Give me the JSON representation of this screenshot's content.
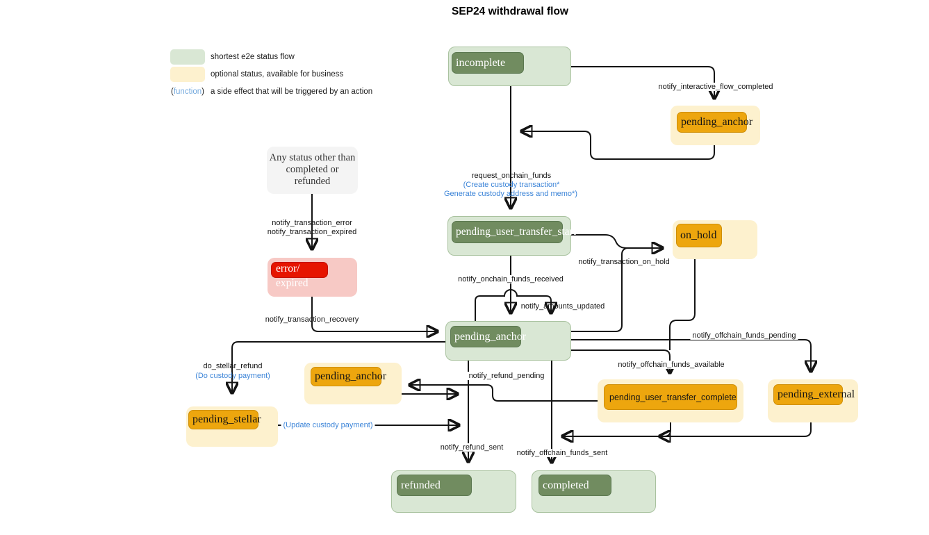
{
  "title": "SEP24 withdrawal flow",
  "legend": {
    "green_label": "shortest e2e status flow",
    "yellow_label": "optional status, available for business",
    "function_open": "(",
    "function_token": "function",
    "function_close": ")",
    "function_label": "a side effect that will be triggered by an action"
  },
  "colors": {
    "shortest_flow_fill": "#d9e7d4",
    "status_chip_green": "#718c60",
    "optional_fill": "#fdf1ce",
    "status_chip_orange": "#eda60e",
    "error_fill": "#f7c9c5",
    "error_chip_red": "#e61400",
    "function_blue": "#3d85d8",
    "legend_function_blue": "#74a9dd"
  },
  "nodes": {
    "incomplete": {
      "label": "incomplete"
    },
    "pending_anchor_top": {
      "label": "pending_anchor"
    },
    "any_status": {
      "label": "Any status other than completed or refunded"
    },
    "pending_user_transfer_start": {
      "label": "pending_user_transfer_start"
    },
    "on_hold": {
      "label": "on_hold"
    },
    "error_expired": {
      "label": "error/\nexpired"
    },
    "pending_anchor_main": {
      "label": "pending_anchor"
    },
    "pending_anchor_refund": {
      "label": "pending_anchor"
    },
    "pending_user_transfer_complete": {
      "label": "pending_user_transfer_complete"
    },
    "pending_external": {
      "label": "pending_external"
    },
    "pending_stellar": {
      "label": "pending_stellar"
    },
    "refunded": {
      "label": "refunded"
    },
    "completed": {
      "label": "completed"
    }
  },
  "edge_labels": {
    "notify_interactive_flow_completed": "notify_interactive_flow_completed",
    "request_onchain_funds": "request_onchain_funds",
    "request_onchain_funds_fn1": "(Create custody transaction*",
    "request_onchain_funds_fn2": "Generate custody address and memo*)",
    "notify_transaction_error": "notify_transaction_error",
    "notify_transaction_expired": "notify_transaction_expired",
    "notify_onchain_funds_received": "notify_onchain_funds_received",
    "notify_amounts_updated": "notify_amounts_updated",
    "notify_transaction_on_hold": "notify_transaction_on_hold",
    "notify_transaction_recovery": "notify_transaction_recovery",
    "notify_offchain_funds_pending": "notify_offchain_funds_pending",
    "notify_offchain_funds_available": "notify_offchain_funds_available",
    "notify_refund_pending": "notify_refund_pending",
    "do_stellar_refund": "do_stellar_refund",
    "do_custody_payment": "(Do custody payment)",
    "update_custody_payment": "(Update custody payment)",
    "notify_refund_sent": "notify_refund_sent",
    "notify_offchain_funds_sent": "notify_offchain_funds_sent"
  }
}
